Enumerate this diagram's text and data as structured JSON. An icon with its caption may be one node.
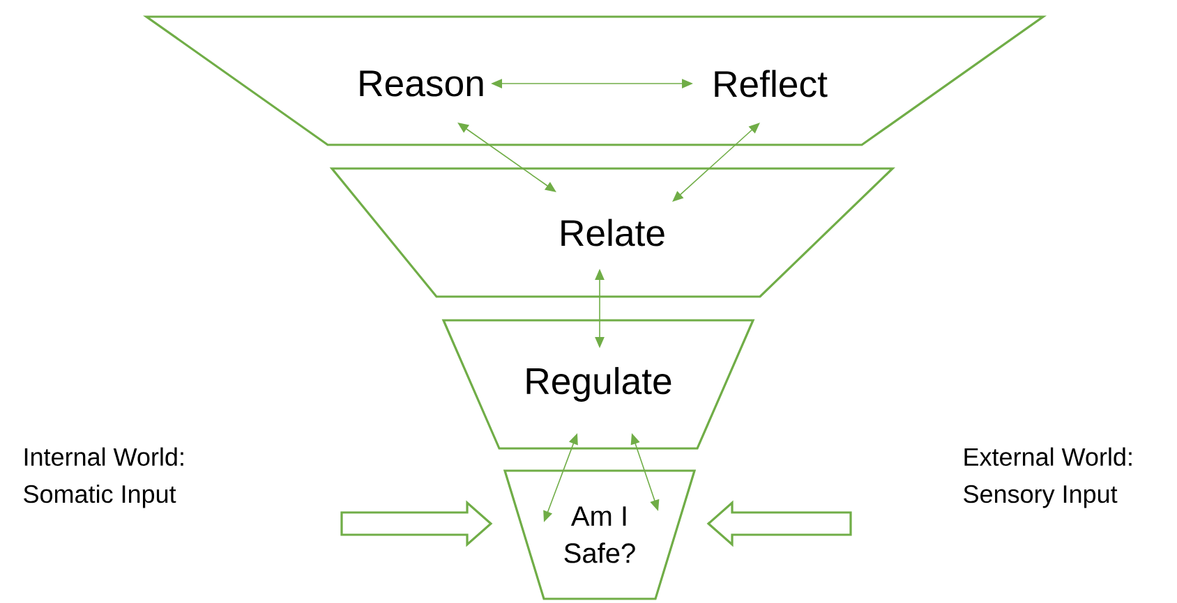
{
  "diagram": {
    "nodes": [
      {
        "text": [],
        "shape": "trapezoid"
      },
      {
        "text": [
          "Reason"
        ],
        "in": 0
      },
      {
        "text": [
          "Reflect"
        ],
        "in": 0
      },
      {
        "text": [
          "Relate"
        ]
      },
      {
        "text": [
          "Regulate"
        ]
      },
      {
        "text": [
          "Am I Safe?"
        ]
      }
    ],
    "edges": [
      {
        "from": 1,
        "to": 2,
        "arrow": "both"
      },
      {
        "from": 1,
        "to": 3,
        "arrow": "both"
      },
      {
        "from": 2,
        "to": 3,
        "arrow": "both"
      },
      {
        "from": 3,
        "to": 4,
        "arrow": "both"
      },
      {
        "from": 4,
        "to": 5,
        "arrow": "both"
      },
      {
        "from": 4,
        "to": 5,
        "arrow": "both"
      },
      {
        "from": null,
        "to": 5,
        "arrow": "to",
        "style": "thick"
      },
      {
        "from": null,
        "to": 5,
        "arrow": "to",
        "style": "thick"
      }
    ],
    "labels": [
      "Internal World: Somatic Input",
      "External World: Sensory Input"
    ]
  }
}
